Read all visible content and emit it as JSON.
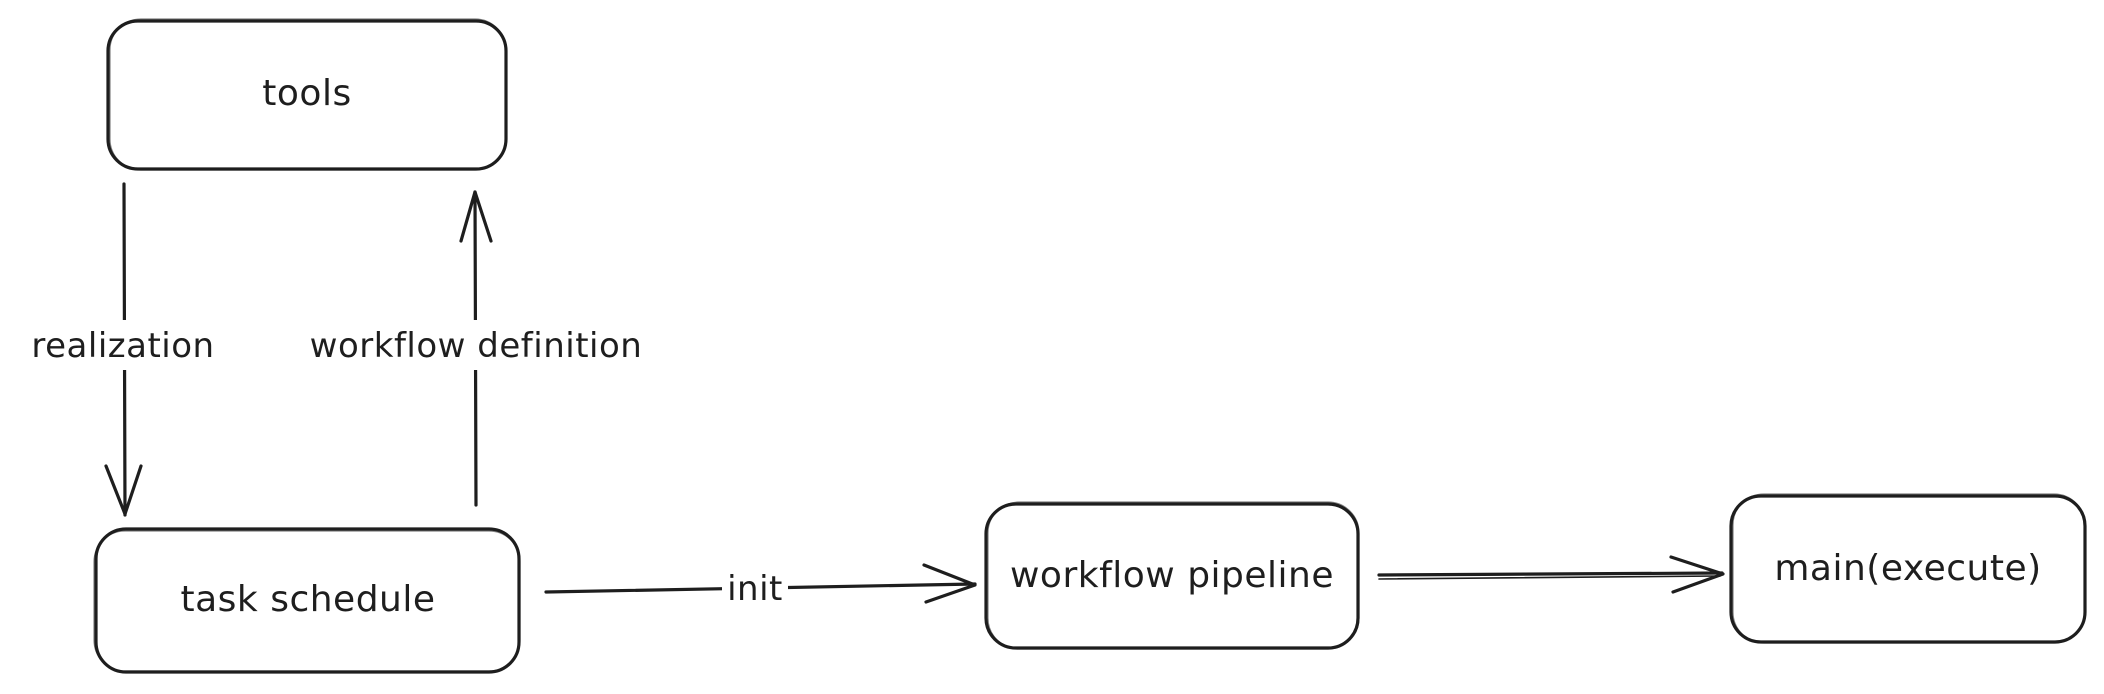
{
  "diagram": {
    "nodes": {
      "tools": {
        "label": "tools"
      },
      "task_schedule": {
        "label": "task schedule"
      },
      "workflow_pipeline": {
        "label": "workflow pipeline"
      },
      "main_execute": {
        "label": "main(execute)"
      }
    },
    "edges": {
      "realization": {
        "label": "realization",
        "from": "tools",
        "to": "task schedule"
      },
      "workflow_definition": {
        "label": "workflow definition",
        "from": "task schedule",
        "to": "tools"
      },
      "init": {
        "label": "init",
        "from": "task schedule",
        "to": "workflow pipeline"
      },
      "pipeline_to_main": {
        "label": "",
        "from": "workflow pipeline",
        "to": "main(execute)"
      }
    }
  }
}
